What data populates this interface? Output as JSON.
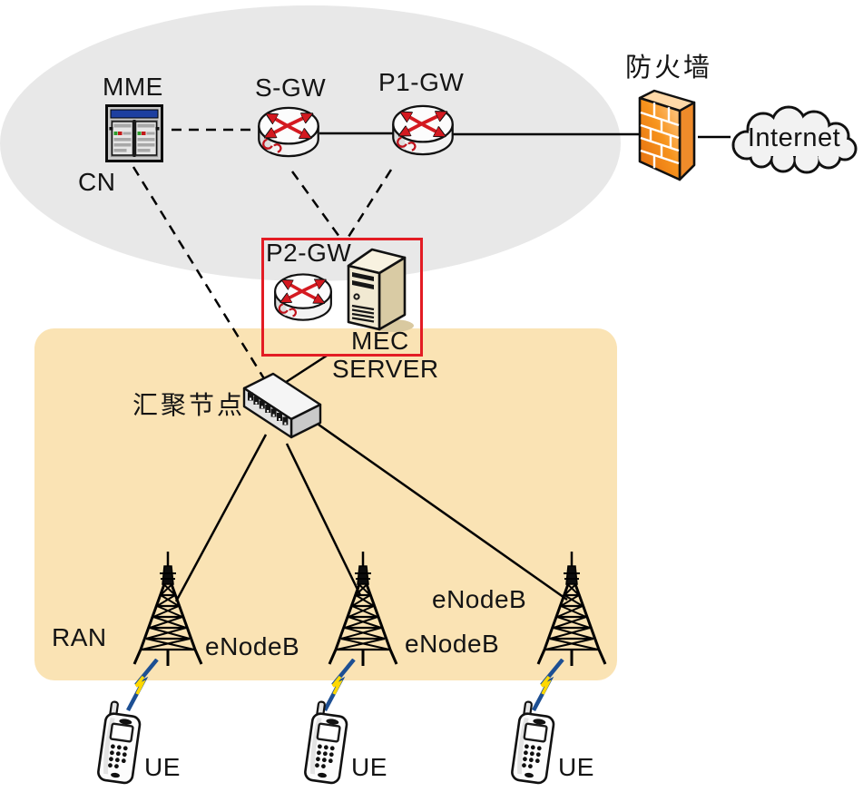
{
  "core_network": {
    "label": "CN",
    "mme_label": "MME",
    "sgw_label": "S-GW",
    "p1gw_label": "P1-GW"
  },
  "external": {
    "firewall_label": "防火墙",
    "internet_label": "Internet"
  },
  "mec": {
    "p2gw_label": "P2-GW",
    "server_label_line1": "MEC",
    "server_label_line2": "SERVER"
  },
  "transport": {
    "aggregation_label": "汇聚节点"
  },
  "ran": {
    "label": "RAN",
    "enodeb_labels": [
      "eNodeB",
      "eNodeB",
      "eNodeB"
    ]
  },
  "ue": {
    "labels": [
      "UE",
      "UE",
      "UE"
    ]
  },
  "icons": {
    "mme": "server-rack-icon",
    "sgw": "router-icon",
    "p1gw": "router-icon",
    "p2gw": "router-icon",
    "mec_server": "tower-server-icon",
    "firewall": "brick-wall-icon",
    "internet": "cloud-icon",
    "aggregation": "network-switch-icon",
    "enodeb": "antenna-tower-icon",
    "ue": "mobile-phone-icon",
    "radio_link": "lightning-bolt-icon"
  },
  "colors": {
    "core_network_fill": "#e8e8e8",
    "ran_fill": "#fae3b4",
    "mec_box_border": "#e31c24",
    "firewall_orange": "#f7941d",
    "router_arrow_red": "#d41920",
    "lightning_blue": "#1d4f93",
    "lightning_yellow": "#ffd800",
    "line_color": "#000000"
  }
}
